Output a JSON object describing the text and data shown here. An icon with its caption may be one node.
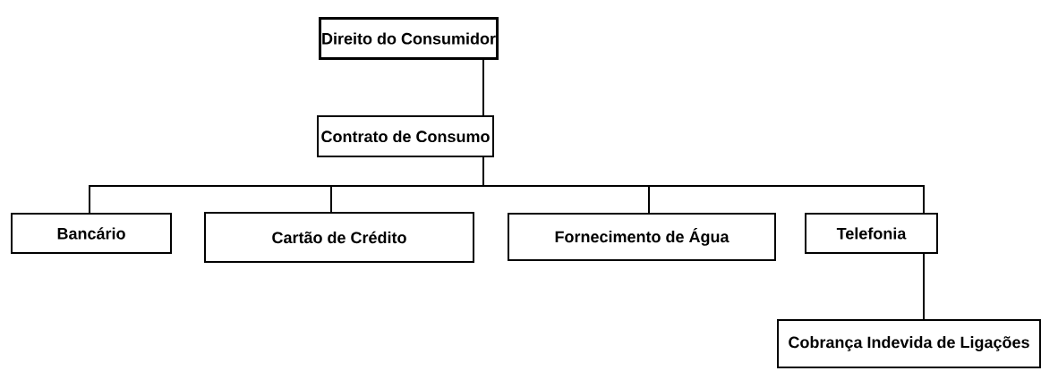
{
  "diagram": {
    "nodes": [
      {
        "text": [
          "Direito do Consumidor"
        ]
      },
      {
        "text": [
          "Contrato de Consumo"
        ]
      },
      {
        "text": [
          "Bancário"
        ]
      },
      {
        "text": [
          "Cartão de Crédito"
        ]
      },
      {
        "text": [
          "Fornecimento de Água"
        ]
      },
      {
        "text": [
          "Telefonia"
        ]
      },
      {
        "text": [
          "Cobrança Indevida de Ligações"
        ]
      }
    ],
    "edges": [
      {
        "from": 0,
        "to": 1,
        "arrow": "none"
      },
      {
        "from": 1,
        "to": 2,
        "arrow": "none"
      },
      {
        "from": 1,
        "to": 3,
        "arrow": "none"
      },
      {
        "from": 1,
        "to": 4,
        "arrow": "none"
      },
      {
        "from": 1,
        "to": 5,
        "arrow": "none"
      },
      {
        "from": 5,
        "to": 6,
        "arrow": "none"
      }
    ]
  }
}
